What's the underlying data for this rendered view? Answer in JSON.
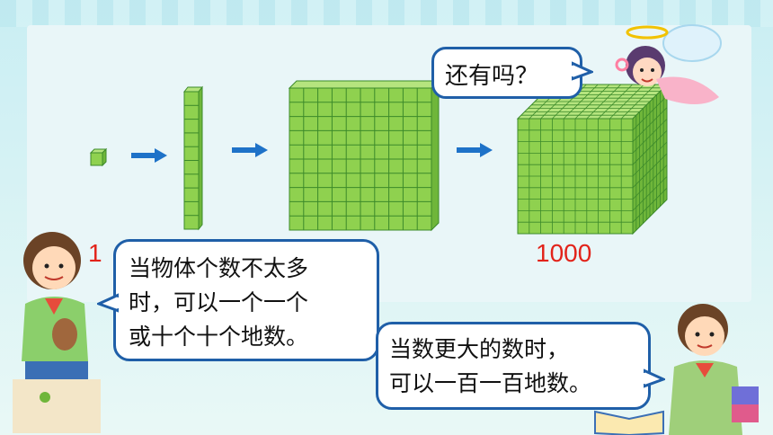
{
  "bubbles": {
    "fairy": "还有吗？",
    "boy": [
      "当物体个数不太多",
      "时，可以一个一个",
      "或十个十个地数。"
    ],
    "girl": [
      "当数更大的数时，",
      "可以一百一百地数。"
    ]
  },
  "labels": {
    "one": "1",
    "thousand": "1000"
  },
  "colors": {
    "cube_green": "#8fd14f",
    "cube_line": "#3c8a2a",
    "arrow_blue": "#1e72c8",
    "number_red": "#e2231a",
    "bubble_border": "#1f5fa8"
  }
}
